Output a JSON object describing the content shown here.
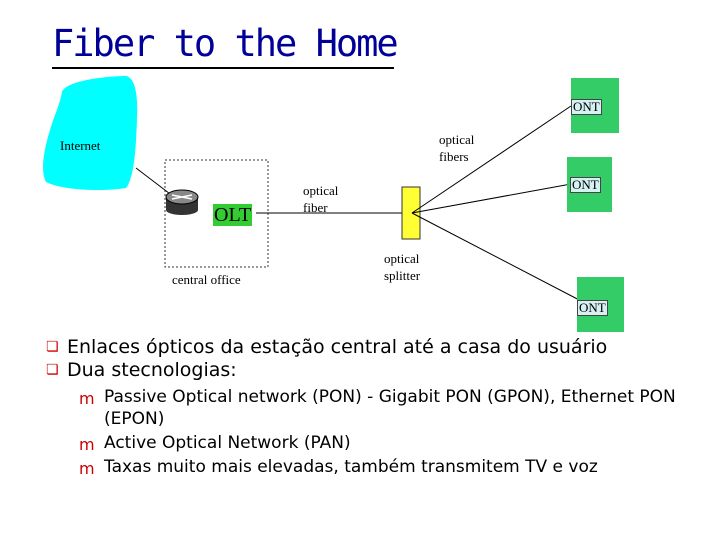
{
  "title": "Fiber to the Home",
  "diagram": {
    "internet_label": "Internet",
    "olt_label": "OLT",
    "central_office_label": "central office",
    "optical_fiber_label": [
      "optical",
      "fiber"
    ],
    "optical_fibers_label": [
      "optical",
      "fibers"
    ],
    "optical_splitter_label": [
      "optical",
      "splitter"
    ],
    "ont_labels": [
      "ONT",
      "ONT",
      "ONT"
    ]
  },
  "bullets": [
    {
      "text": "Enlaces ópticos da estação central até a casa do usuário",
      "sub": []
    },
    {
      "text": "Dua stecnologias:",
      "sub": [
        "Passive Optical network (PON) - Gigabit PON (GPON), Ethernet PON (EPON)",
        "Active Optical Network (PAN)",
        "Taxas muito mais elevadas, também transmitem TV e voz"
      ]
    }
  ],
  "colors": {
    "title": "#000099",
    "cloud": "#00ffff",
    "ont_box": "#33cc66",
    "splitter": "#ffff33",
    "olt": "#33cc33",
    "bullet_mark": "#cc0000"
  },
  "icons": {
    "bullet_l1": "square-bullet-icon",
    "bullet_l2": "m-bullet-icon",
    "router": "router-icon"
  }
}
